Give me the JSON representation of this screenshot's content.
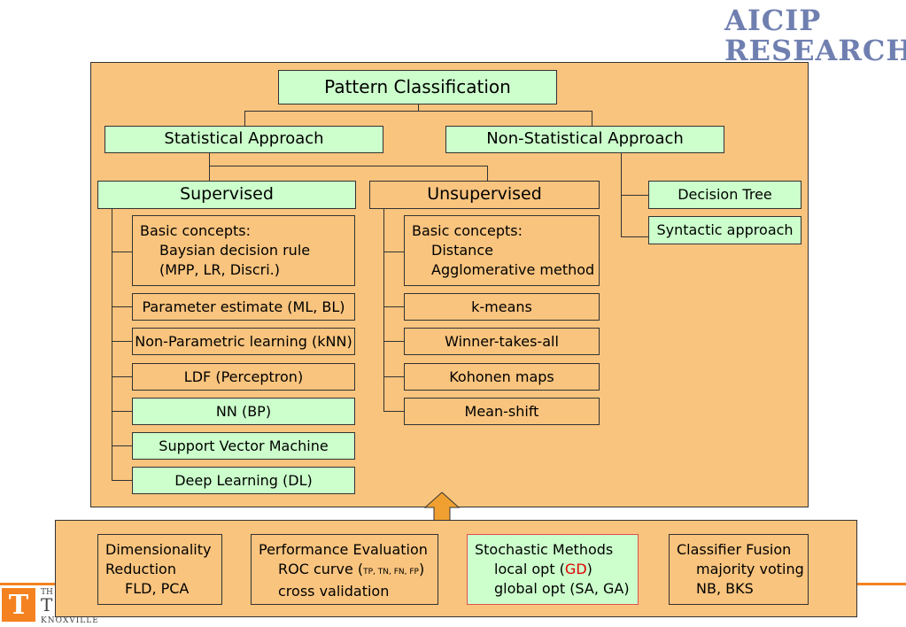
{
  "logo": {
    "line1": "AICIP",
    "line2": "RESEARCH"
  },
  "university": {
    "line_the": "TH",
    "line_mid": "T",
    "line_city": "KNOXVILLE",
    "mark": "T"
  },
  "root": "Pattern Classification",
  "statistical": "Statistical Approach",
  "non_statistical": "Non-Statistical Approach",
  "supervised": "Supervised",
  "unsupervised": "Unsupervised",
  "non_stat_items": [
    "Decision Tree",
    "Syntactic approach"
  ],
  "supervised_concepts": {
    "title": "Basic concepts:",
    "line1": "Baysian decision rule",
    "line2": "(MPP, LR, Discri.)"
  },
  "supervised_items": [
    "Parameter estimate (ML, BL)",
    "Non-Parametric learning (kNN)",
    "LDF (Perceptron)",
    "NN (BP)",
    "Support Vector Machine",
    "Deep Learning (DL)"
  ],
  "unsupervised_concepts": {
    "title": "Basic concepts:",
    "line1": "Distance",
    "line2": "Agglomerative method"
  },
  "unsupervised_items": [
    "k-means",
    "Winner-takes-all",
    "Kohonen maps",
    "Mean-shift"
  ],
  "bottom": {
    "dim": {
      "line1": "Dimensionality",
      "line2": "Reduction",
      "line3": "FLD, PCA"
    },
    "perf": {
      "title": "Performance Evaluation",
      "roc_prefix": "ROC curve (",
      "roc_sub": "TP, TN, FN, FP",
      "roc_suffix": ")",
      "line3": "cross validation"
    },
    "stoch": {
      "title": "Stochastic Methods",
      "local_prefix": "local opt (",
      "local_gd": "GD",
      "local_suffix": ")",
      "global": "global opt (SA, GA)"
    },
    "fusion": {
      "title": "Classifier Fusion",
      "line2": "majority voting",
      "line3": "NB, BKS"
    }
  },
  "colors": {
    "panel": "#f9c47e",
    "green_box": "#ccffcc",
    "arrow": "#f0a030",
    "logo": "#6f7fb0",
    "ut_orange": "#f58220",
    "highlight": "#e00000"
  }
}
